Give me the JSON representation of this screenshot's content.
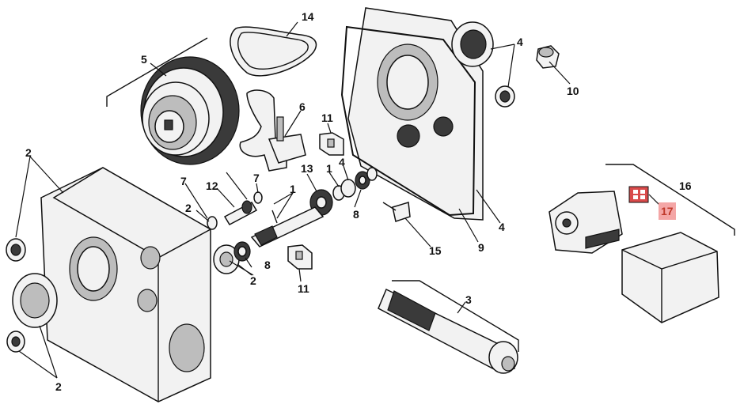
{
  "diagram": {
    "highlight_color": "#f4a6a6",
    "highlight_text_color": "#c0392b",
    "callouts": [
      {
        "label": "14"
      },
      {
        "label": "5"
      },
      {
        "label": "4"
      },
      {
        "label": "10"
      },
      {
        "label": "6"
      },
      {
        "label": "11"
      },
      {
        "label": "13"
      },
      {
        "label": "1"
      },
      {
        "label": "4"
      },
      {
        "label": "7"
      },
      {
        "label": "12"
      },
      {
        "label": "1"
      },
      {
        "label": "7"
      },
      {
        "label": "2"
      },
      {
        "label": "8"
      },
      {
        "label": "2"
      },
      {
        "label": "8"
      },
      {
        "label": "2"
      },
      {
        "label": "11"
      },
      {
        "label": "15"
      },
      {
        "label": "9"
      },
      {
        "label": "4"
      },
      {
        "label": "16"
      },
      {
        "label": "17"
      },
      {
        "label": "3"
      },
      {
        "label": "2"
      }
    ]
  }
}
